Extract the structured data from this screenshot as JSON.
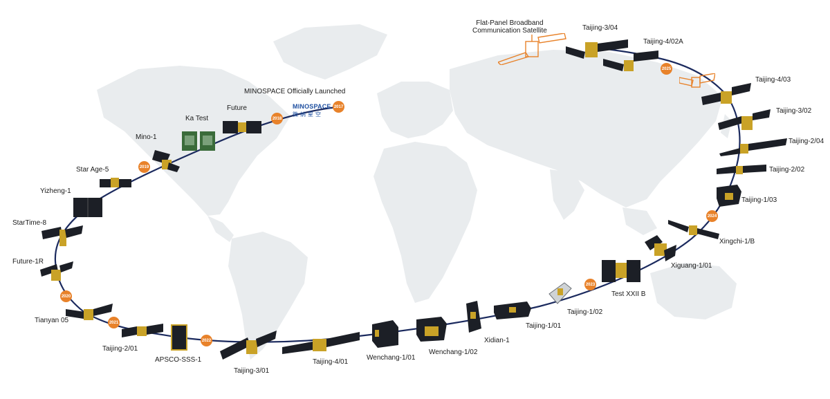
{
  "title": "MINOSPACE Officially Launched",
  "logo": {
    "text": "MINOSPACE",
    "subtext": "微纳星空"
  },
  "colors": {
    "orbit": "#1b2a5e",
    "year_badge": "#e8822a",
    "map": "#e9ecee",
    "panel": "#1c1f26",
    "gold": "#c9a227"
  },
  "years": [
    "2017",
    "2018",
    "2019",
    "2020",
    "2021",
    "2022",
    "2023",
    "2024",
    "2025"
  ],
  "satellites": [
    "Future",
    "Ka Test",
    "Mino-1",
    "Star Age-5",
    "Yizheng-1",
    "StarTime-8",
    "Future-1R",
    "Tianyan 05",
    "Taijing-2/01",
    "APSCO-SSS-1",
    "Taijing-3/01",
    "Taijing-4/01",
    "Wenchang-1/01",
    "Wenchang-1/02",
    "Xidian-1",
    "Taijing-1/01",
    "Taijing-1/02",
    "Test XXII B",
    "Xiguang-1/01",
    "Xingchi-1/B",
    "Taijing-1/03",
    "Taijing-2/02",
    "Taijing-2/04",
    "Taijing-3/02",
    "Taijing-4/03",
    "Taijing-4/02A",
    "Taijing-3/04",
    "Flat-Panel Broadband\nCommunication Satellite"
  ]
}
